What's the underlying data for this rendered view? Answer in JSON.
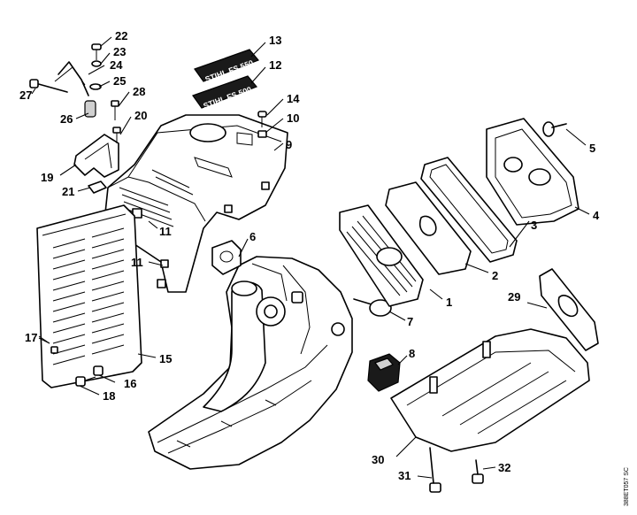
{
  "callouts": [
    {
      "id": "c1",
      "label": "1"
    },
    {
      "id": "c2",
      "label": "2"
    },
    {
      "id": "c3",
      "label": "3"
    },
    {
      "id": "c4",
      "label": "4"
    },
    {
      "id": "c5",
      "label": "5"
    },
    {
      "id": "c6",
      "label": "6"
    },
    {
      "id": "c7",
      "label": "7"
    },
    {
      "id": "c8",
      "label": "8"
    },
    {
      "id": "c9",
      "label": "9"
    },
    {
      "id": "c10",
      "label": "10"
    },
    {
      "id": "c11a",
      "label": "11"
    },
    {
      "id": "c11b",
      "label": "11"
    },
    {
      "id": "c12",
      "label": "12"
    },
    {
      "id": "c13",
      "label": "13"
    },
    {
      "id": "c14",
      "label": "14"
    },
    {
      "id": "c15",
      "label": "15"
    },
    {
      "id": "c16",
      "label": "16"
    },
    {
      "id": "c17",
      "label": "17"
    },
    {
      "id": "c18",
      "label": "18"
    },
    {
      "id": "c19",
      "label": "19"
    },
    {
      "id": "c20",
      "label": "20"
    },
    {
      "id": "c21",
      "label": "21"
    },
    {
      "id": "c22",
      "label": "22"
    },
    {
      "id": "c23",
      "label": "23"
    },
    {
      "id": "c24",
      "label": "24"
    },
    {
      "id": "c25",
      "label": "25"
    },
    {
      "id": "c26",
      "label": "26"
    },
    {
      "id": "c27",
      "label": "27"
    },
    {
      "id": "c28",
      "label": "28"
    },
    {
      "id": "c29",
      "label": "29"
    },
    {
      "id": "c30",
      "label": "30"
    },
    {
      "id": "c31",
      "label": "31"
    },
    {
      "id": "c32",
      "label": "32"
    }
  ],
  "decals": {
    "decal_13": "STIHL FS 550",
    "decal_12": "STIHL FS 500"
  },
  "drawing_code": "388ET057 SC"
}
